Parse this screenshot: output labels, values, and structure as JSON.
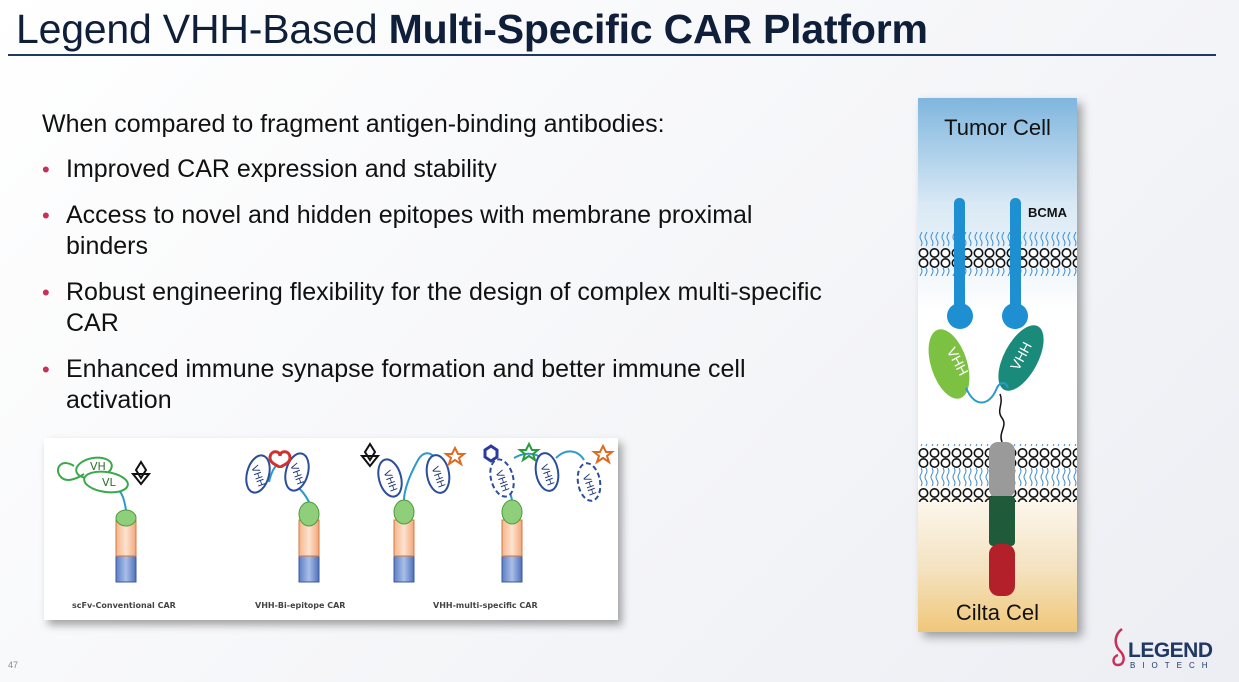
{
  "slide": {
    "title_regular": "Legend VHH-Based ",
    "title_bold": "Multi-Specific CAR Platform",
    "intro": "When compared to fragment antigen-binding antibodies:",
    "bullets": [
      "Improved CAR expression and stability",
      "Access to novel and hidden epitopes with membrane proximal binders",
      "Robust engineering flexibility for the design of complex multi-specific CAR",
      "Enhanced immune synapse formation and better immune cell activation"
    ],
    "bullet_glyph": "•",
    "page_number": "47"
  },
  "figure": {
    "labels": [
      "scFv-Conventional CAR",
      "VHH-Bi-epitope CAR",
      "VHH-multi-specific CAR"
    ],
    "domain_text_vh": "VH",
    "domain_text_vl": "VL",
    "domain_text_vhh": "VHH"
  },
  "cell_panel": {
    "top_label": "Tumor Cell",
    "antigen_label": "BCMA",
    "bottom_label": "Cilta Cel",
    "vhh_text": "VHH"
  },
  "logo": {
    "word": "LEGEND",
    "sub": "BIOTECH"
  },
  "colors": {
    "title": "#0f1f3a",
    "rule": "#1f3864",
    "bullet_dot": "#c8305a",
    "bcma_blue": "#1e8fd0",
    "vhh_light_green": "#7dc142",
    "vhh_teal": "#1a8a7a",
    "hinge_gray": "#9a9a9a",
    "costim_green": "#1f5a3a",
    "signal_red": "#b3202a"
  }
}
